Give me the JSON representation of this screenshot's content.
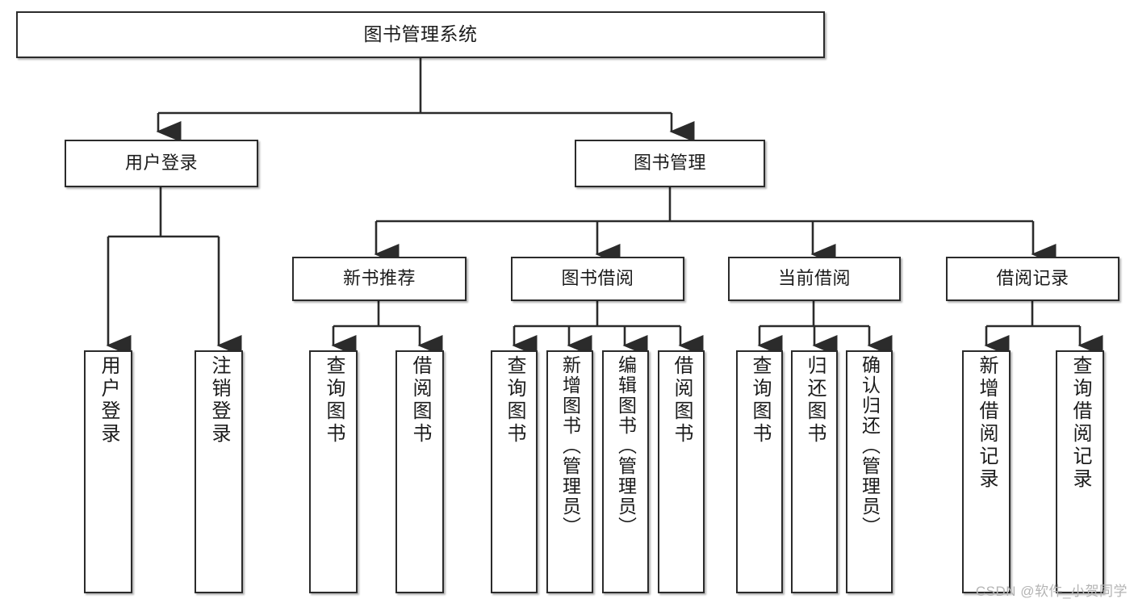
{
  "diagram": {
    "title": "图书管理系统",
    "watermark": "CSDN @软件_小贺同学",
    "stroke_color": "#2b2b2b",
    "fill_color": "#ffffff",
    "text_color": "#1b1b1b",
    "watermark_color": "#b4b4b4"
  },
  "nodes": {
    "root": {
      "label": "图书管理系统"
    },
    "level1": [
      {
        "label": "用户登录"
      },
      {
        "label": "图书管理"
      }
    ],
    "level2": [
      {
        "label": "新书推荐"
      },
      {
        "label": "图书借阅"
      },
      {
        "label": "当前借阅"
      },
      {
        "label": "借阅记录"
      }
    ],
    "leaves_user_login": [
      {
        "label": "用户登录"
      },
      {
        "label": "注销登录"
      }
    ],
    "leaves_new_book": [
      {
        "label": "查询图书"
      },
      {
        "label": "借阅图书"
      }
    ],
    "leaves_borrow": [
      {
        "label": "查询图书"
      },
      {
        "label": "新增图书（管理员）"
      },
      {
        "label": "编辑图书（管理员）"
      },
      {
        "label": "借阅图书"
      }
    ],
    "leaves_current": [
      {
        "label": "查询图书"
      },
      {
        "label": "归还图书"
      },
      {
        "label": "确认归还（管理员）"
      }
    ],
    "leaves_records": [
      {
        "label": "新增借阅记录"
      },
      {
        "label": "查询借阅记录"
      }
    ]
  },
  "chart_data": {
    "type": "diagram",
    "diagram_kind": "tree-hierarchy",
    "title": "图书管理系统",
    "orientation": "top-down",
    "edge_style": "orthogonal-with-arrowheads",
    "levels": 4,
    "tree": {
      "name": "图书管理系统",
      "children": [
        {
          "name": "用户登录",
          "children": [
            {
              "name": "用户登录"
            },
            {
              "name": "注销登录"
            }
          ]
        },
        {
          "name": "图书管理",
          "children": [
            {
              "name": "新书推荐",
              "children": [
                {
                  "name": "查询图书"
                },
                {
                  "name": "借阅图书"
                }
              ]
            },
            {
              "name": "图书借阅",
              "children": [
                {
                  "name": "查询图书"
                },
                {
                  "name": "新增图书（管理员）"
                },
                {
                  "name": "编辑图书（管理员）"
                },
                {
                  "name": "借阅图书"
                }
              ]
            },
            {
              "name": "当前借阅",
              "children": [
                {
                  "name": "查询图书"
                },
                {
                  "name": "归还图书"
                },
                {
                  "name": "确认归还（管理员）"
                }
              ]
            },
            {
              "name": "借阅记录",
              "children": [
                {
                  "name": "新增借阅记录"
                },
                {
                  "name": "查询借阅记录"
                }
              ]
            }
          ]
        }
      ]
    }
  }
}
